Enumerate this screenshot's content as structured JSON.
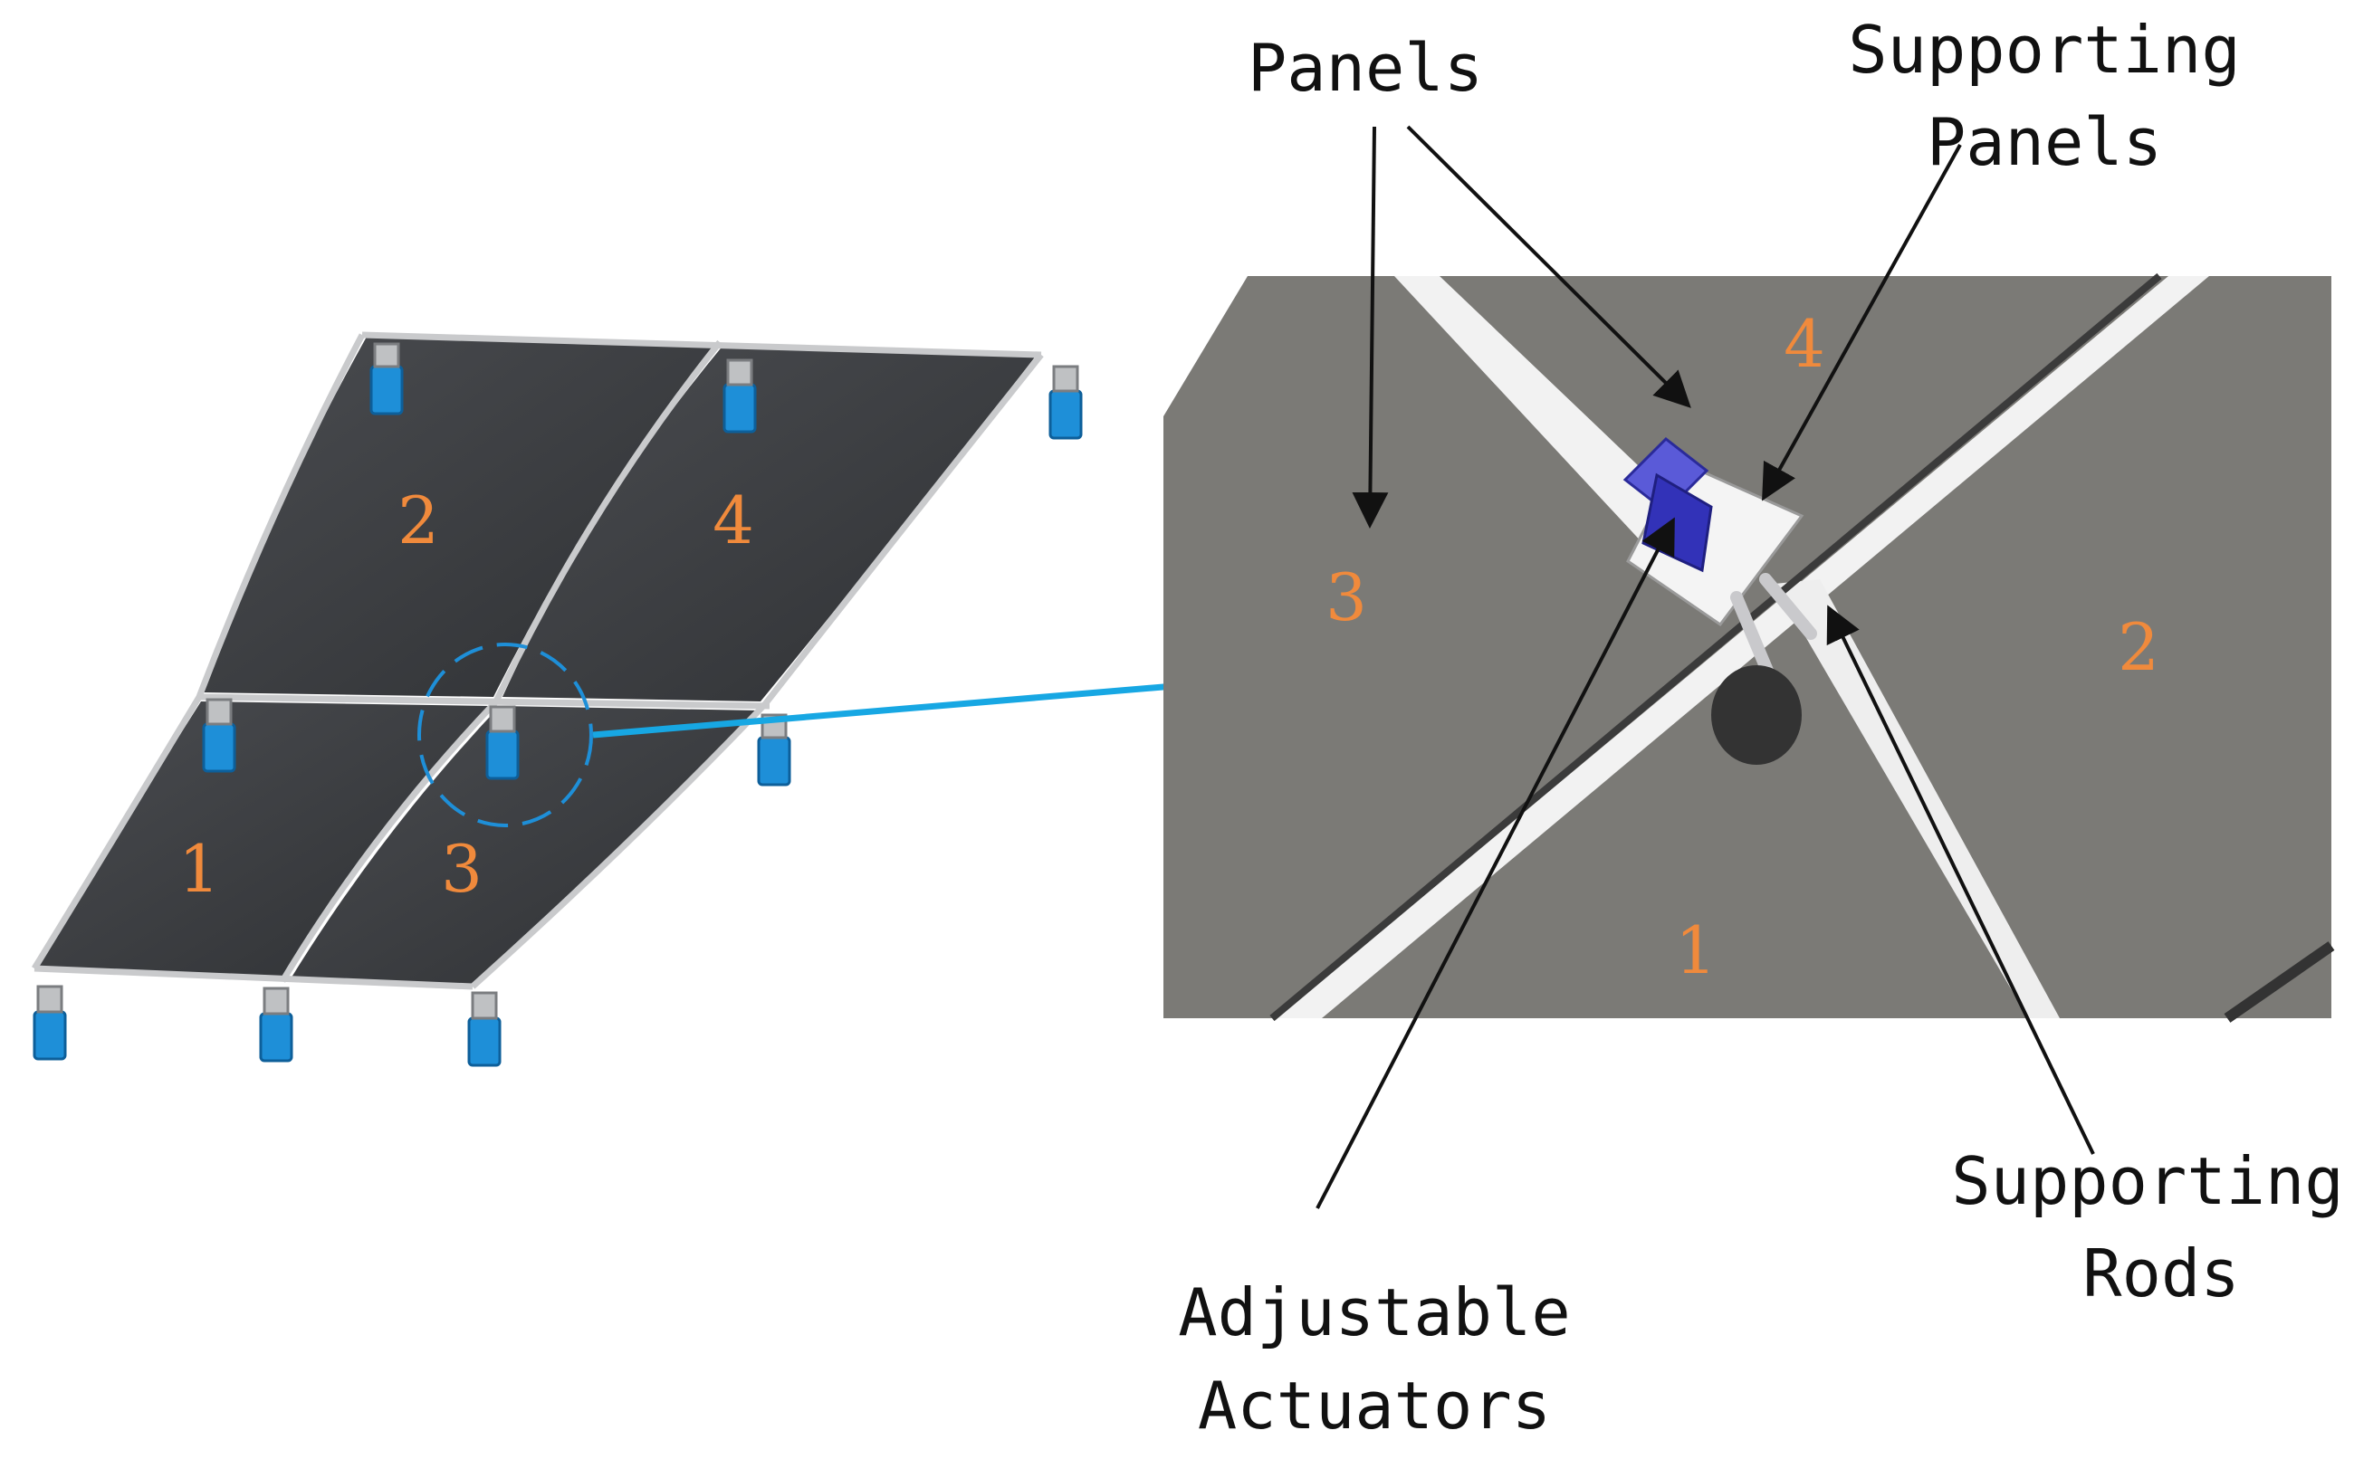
{
  "labels": {
    "panels": "Panels",
    "supporting_panels_1": "Supporting",
    "supporting_panels_2": "Panels",
    "adjustable_actuators_1": "Adjustable",
    "adjustable_actuators_2": "Actuators",
    "supporting_rods_1": "Supporting",
    "supporting_rods_2": "Rods"
  },
  "left_panel_numbers": [
    "1",
    "2",
    "3",
    "4"
  ],
  "detail_panel_numbers": [
    "1",
    "2",
    "3",
    "4"
  ],
  "colors": {
    "panel_dark": "#3f4144",
    "detail_gray": "#7b7a76",
    "actuator_blue": "#1e8fd8",
    "number_orange": "#f08a3c",
    "zoom_arrow": "#17a7e3",
    "leader_line": "#111111"
  }
}
